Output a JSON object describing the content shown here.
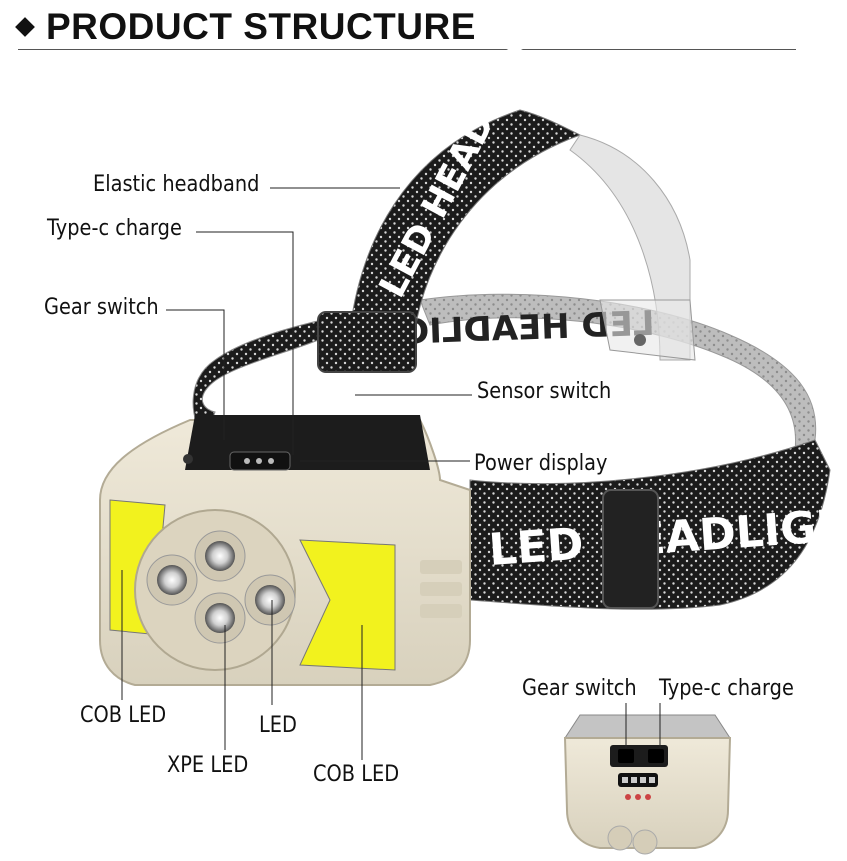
{
  "header": {
    "title": "PRODUCT STRUCTURE"
  },
  "callouts": {
    "elastic_headband": "Elastic headband",
    "type_c_charge": "Type-c charge",
    "gear_switch": "Gear switch",
    "sensor_switch": "Sensor switch",
    "power_display": "Power display",
    "cob_led_left": "COB LED",
    "led": "LED",
    "xpe_led": "XPE LED",
    "cob_led_right": "COB LED"
  },
  "inset": {
    "gear_switch": "Gear switch",
    "type_c_charge": "Type-c charge"
  },
  "strap": {
    "print_front": "LED HEADLIGHT",
    "print_top": "LED HEADLIGHT",
    "print_side": "LED HEADLIGHT"
  },
  "icons": [
    "diamond-bullet-icon"
  ],
  "colors": {
    "strap": "#1a1a1a",
    "body": "#e6e0cf",
    "cob": "#f2f21e",
    "edge": "#c9c2ad"
  }
}
